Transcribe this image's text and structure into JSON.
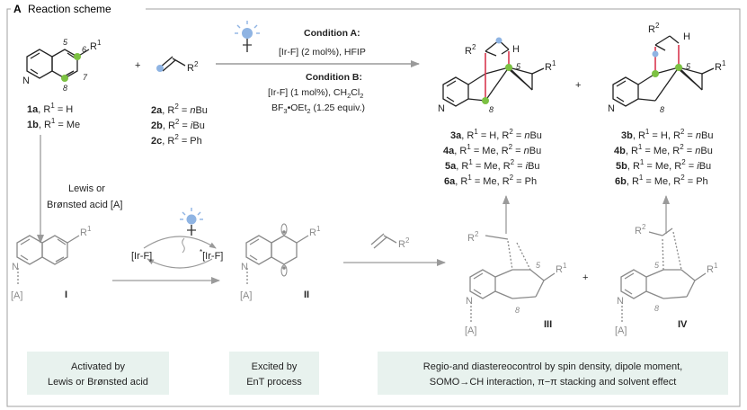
{
  "panel": {
    "letter": "A",
    "title": "Reaction scheme"
  },
  "quinoline": {
    "positions": [
      "5",
      "6",
      "8",
      "7"
    ],
    "r_label": "R",
    "r_sup": "1",
    "n_label": "N",
    "compounds": [
      {
        "id": "1a",
        "rest": ", R",
        "sup": "1",
        "value": " = H"
      },
      {
        "id": "1b",
        "rest": ", R",
        "sup": "1",
        "value": " = Me"
      }
    ]
  },
  "plus": "+",
  "alkene": {
    "r_label": "R",
    "r_sup": "2",
    "compounds": [
      {
        "id": "2a",
        "rest": ", R",
        "sup": "2",
        "value": " = ",
        "italic": "n",
        "tail": "Bu"
      },
      {
        "id": "2b",
        "rest": ", R",
        "sup": "2",
        "value": " = ",
        "italic": "i",
        "tail": "Bu"
      },
      {
        "id": "2c",
        "rest": ", R",
        "sup": "2",
        "value": " = Ph",
        "italic": "",
        "tail": ""
      }
    ]
  },
  "conditions": {
    "a_title": "Condition A:",
    "a_text": "[Ir-F] (2 mol%), HFIP",
    "b_title": "Condition B:",
    "b_line1_a": "[Ir-F] (1 mol%), CH",
    "b_line1_sub1": "2",
    "b_line1_b": "Cl",
    "b_line1_sub2": "2",
    "b_line2_a": "BF",
    "b_line2_sub": "3",
    "b_line2_b": "•OEt",
    "b_line2_sub2": "2",
    "b_line2_c": " (1.25 equiv.)"
  },
  "products_a": {
    "atom_labels": {
      "r2": "R",
      "r2_sup": "2",
      "h": "H",
      "five": "5",
      "eight": "8",
      "r1": "R",
      "r1_sup": "1",
      "n": "N"
    },
    "list": [
      {
        "id": "3a",
        "rest": ", R",
        "s1": "1",
        "mid": " = H, R",
        "s2": "2",
        "eq": " = ",
        "it": "n",
        "tail": "Bu"
      },
      {
        "id": "4a",
        "rest": ", R",
        "s1": "1",
        "mid": " = Me, R",
        "s2": "2",
        "eq": " = ",
        "it": "n",
        "tail": "Bu"
      },
      {
        "id": "5a",
        "rest": ", R",
        "s1": "1",
        "mid": " = Me, R",
        "s2": "2",
        "eq": " = ",
        "it": "i",
        "tail": "Bu"
      },
      {
        "id": "6a",
        "rest": ", R",
        "s1": "1",
        "mid": " = Me, R",
        "s2": "2",
        "eq": " = Ph",
        "it": "",
        "tail": ""
      }
    ]
  },
  "products_b": {
    "atom_labels": {
      "r2": "R",
      "r2_sup": "2",
      "h": "H",
      "five": "5",
      "eight": "8",
      "r1": "R",
      "r1_sup": "1",
      "n": "N"
    },
    "list": [
      {
        "id": "3b",
        "rest": ", R",
        "s1": "1",
        "mid": " = H, R",
        "s2": "2",
        "eq": " = ",
        "it": "n",
        "tail": "Bu"
      },
      {
        "id": "4b",
        "rest": ", R",
        "s1": "1",
        "mid": " = Me, R",
        "s2": "2",
        "eq": " = ",
        "it": "n",
        "tail": "Bu"
      },
      {
        "id": "5b",
        "rest": ", R",
        "s1": "1",
        "mid": " = Me, R",
        "s2": "2",
        "eq": " = ",
        "it": "i",
        "tail": "Bu"
      },
      {
        "id": "6b",
        "rest": ", R",
        "s1": "1",
        "mid": " = Me, R",
        "s2": "2",
        "eq": " = Ph",
        "it": "",
        "tail": ""
      }
    ]
  },
  "lewis": {
    "line1": "Lewis or",
    "line2": "Brønsted acid [A]"
  },
  "intermediates": {
    "i_label": "I",
    "ii_label": "II",
    "iii_label": "III",
    "iv_label": "IV",
    "acid": "[A]",
    "n": "N",
    "r1": "R",
    "r1_sup": "1",
    "r2": "R",
    "r2_sup": "2",
    "five": "5",
    "eight": "8",
    "cat_ground": "[Ir-F]",
    "cat_excited_star": "*",
    "cat_excited": "[Ir-F]"
  },
  "boxes": {
    "box1_line1": "Activated by",
    "box1_line2": "Lewis or Brønsted acid",
    "box2_line1": "Excited by",
    "box2_line2": "EnT process",
    "box3_line1": "Regio-and diastereocontrol by spin density, dipole moment,",
    "box3_line2": "SOMO→CH interaction, π−π stacking and solvent effect"
  },
  "colors": {
    "green_dot": "#7cc142",
    "blue_dot": "#8fb4e3",
    "red_bond": "#d9374f",
    "box_fill": "#e8f2ee",
    "frame": "#9a9a9a",
    "arrow_gray": "#9a9a9a"
  }
}
